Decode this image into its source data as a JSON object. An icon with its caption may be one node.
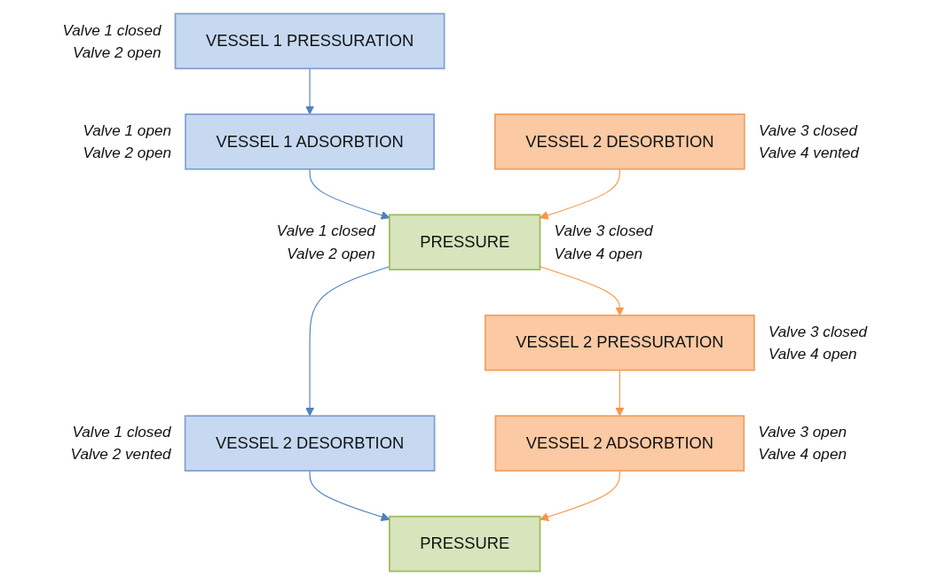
{
  "diagram": {
    "nodes": [
      {
        "text": [
          "VESSEL 1 PRESSURATION"
        ],
        "beside": [
          "Valve 1 closed",
          "Valve 2 open"
        ]
      },
      {
        "text": [
          "VESSEL 2 DESORBTION"
        ],
        "beside": [
          "Valve 3 closed",
          "Valve 4 vented"
        ]
      },
      {
        "text": [
          "VESSEL 1 ADSORBTION"
        ],
        "beside": [
          "Valve 1 open",
          "Valve 2 open"
        ]
      },
      {
        "text": [
          "PRESSURE"
        ],
        "beside": [
          "Valve 1 closed",
          "Valve 2 open",
          "Valve 3 closed",
          "Valve 4 open"
        ]
      },
      {
        "text": [
          "VESSEL 2 PRESSURATION"
        ],
        "beside": [
          "Valve 3 closed",
          "Valve 4 open"
        ]
      },
      {
        "text": [
          "VESSEL 2 DESORBTION"
        ],
        "beside": [
          "Valve 1 closed",
          "Valve 2 vented"
        ]
      },
      {
        "text": [
          "VESSEL 2 ADSORBTION"
        ],
        "beside": [
          "Valve 3 open",
          "Valve 4 open"
        ]
      },
      {
        "text": [
          "PRESSURE"
        ]
      }
    ],
    "edges": [
      {
        "from": 0,
        "to": 2,
        "arrow": "to",
        "color": "#4f81bd"
      },
      {
        "from": 2,
        "to": 3,
        "arrow": "to",
        "color": "#4f81bd"
      },
      {
        "from": 1,
        "to": 3,
        "arrow": "to",
        "color": "#f79646"
      },
      {
        "from": 3,
        "to": 5,
        "arrow": "to",
        "color": "#4f81bd"
      },
      {
        "from": 3,
        "to": 4,
        "arrow": "to",
        "color": "#f79646"
      },
      {
        "from": 5,
        "to": 7,
        "arrow": "to",
        "color": "#4f81bd"
      },
      {
        "from": 4,
        "to": 6,
        "arrow": "to",
        "color": "#f79646"
      },
      {
        "from": 6,
        "to": 7,
        "arrow": "to",
        "color": "#f79646"
      }
    ]
  }
}
